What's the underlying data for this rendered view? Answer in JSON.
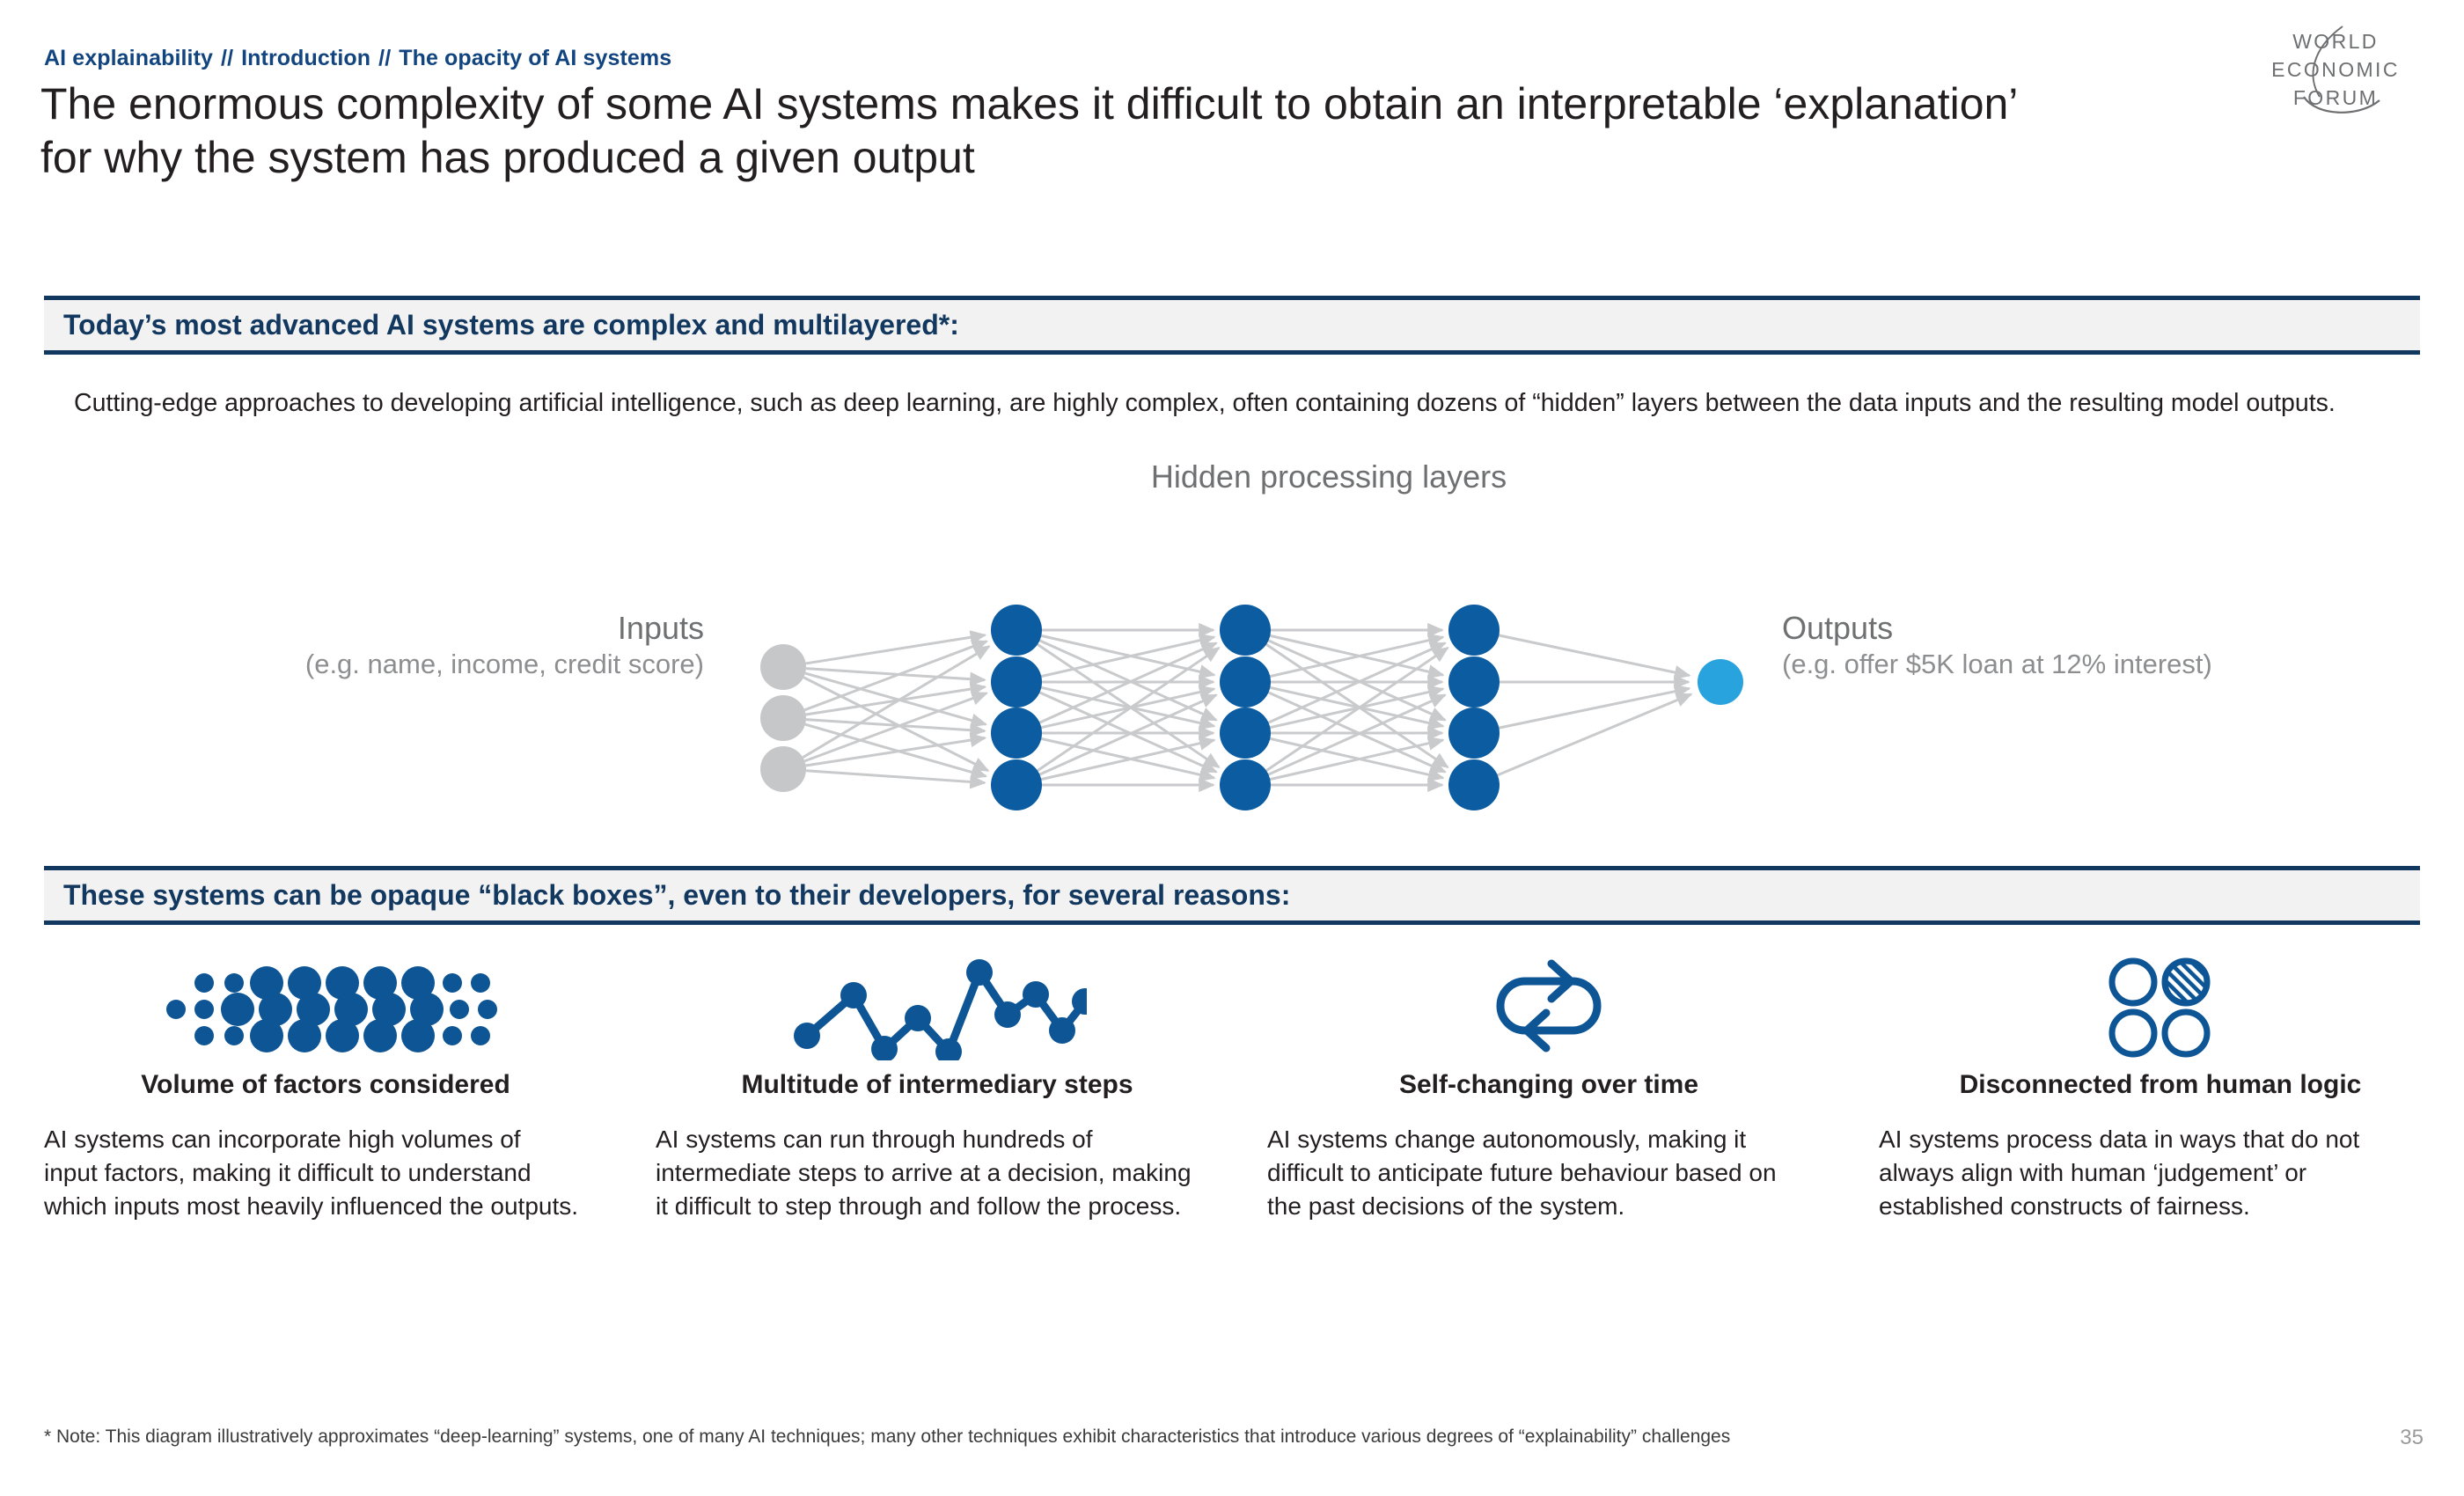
{
  "header": {
    "breadcrumb": [
      "AI explainability",
      "Introduction",
      "The opacity of AI systems"
    ],
    "breadcrumb_separator": "//",
    "headline": "The enormous complexity of some AI systems makes it difficult to obtain an interpretable ‘explanation’ for why the system has produced a given output",
    "logo_lines": [
      "WORLD",
      "ECONOMIC",
      "FORUM"
    ]
  },
  "section1": {
    "title": "Today’s most advanced AI systems are complex and multilayered*:",
    "body": "Cutting-edge approaches to developing artificial intelligence, such as deep learning, are highly complex, often containing dozens of “hidden” layers between the data inputs and the resulting model outputs."
  },
  "diagram": {
    "hidden_label": "Hidden processing layers",
    "inputs_label": "Inputs",
    "inputs_sub": "(e.g. name, income, credit score)",
    "outputs_label": "Outputs",
    "outputs_sub": "(e.g. offer $5K loan at 12% interest)",
    "input_node_count": 3,
    "hidden_layer_count": 3,
    "hidden_nodes_per_layer": 4,
    "output_node_count": 1,
    "colors": {
      "input_node": "#c6c7c9",
      "hidden_node": "#0b5ca0",
      "output_node": "#28a3dd",
      "edge": "#c9cacc"
    }
  },
  "section2": {
    "title": "These systems can be opaque “black boxes”, even to their developers, for several reasons:"
  },
  "reasons": [
    {
      "icon": "dot-matrix-icon",
      "title": "Volume of factors considered",
      "body": "AI systems can incorporate high volumes of input factors, making it difficult to understand which inputs most heavily influenced the outputs."
    },
    {
      "icon": "zigzag-line-chart-icon",
      "title": "Multitude of intermediary steps",
      "body": "AI systems can run through hundreds of intermediate steps to arrive at a decision, making it difficult to step through and follow the process."
    },
    {
      "icon": "refresh-cycle-icon",
      "title": "Self-changing over time",
      "body": "AI systems change autonomously, making it difficult to anticipate future behaviour based on the past decisions of the system."
    },
    {
      "icon": "four-circles-one-hatched-icon",
      "title": "Disconnected from human logic",
      "body": "AI systems process data in ways that do not always align with human ‘judgement’ or established constructs of fairness."
    }
  ],
  "footer": {
    "note": "* Note: This diagram illustratively approximates “deep-learning” systems, one of many AI techniques; many other techniques exhibit characteristics that introduce various degrees of “explainability” challenges",
    "page_number": "35"
  },
  "theme": {
    "brand_navy": "#12385f",
    "brand_blue": "#12457f",
    "icon_blue": "#0d5595",
    "bar_bg": "#f2f2f2"
  }
}
